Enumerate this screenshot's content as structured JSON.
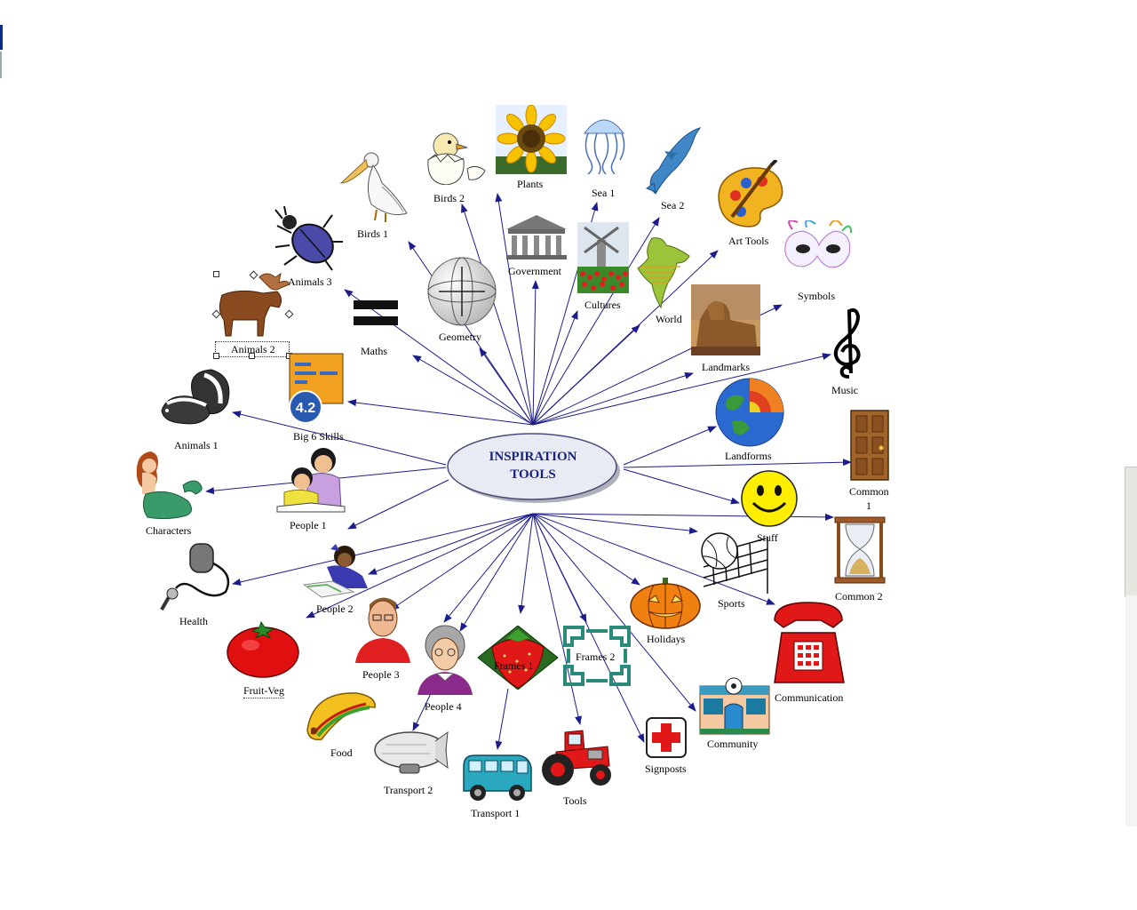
{
  "center": {
    "line1": "INSPIRATION",
    "line2": "TOOLS"
  },
  "colors": {
    "link": "#1c1c8c",
    "center_fill": "#e8eaf4",
    "center_text": "#1a237e"
  },
  "nodes": {
    "plants": "Plants",
    "birds2": "Birds 2",
    "sea1": "Sea 1",
    "sea2": "Sea 2",
    "art_tools": "Art Tools",
    "birds1": "Birds 1",
    "government": "Government",
    "cultures": "Cultures",
    "world": "World",
    "symbols": "Symbols",
    "animals3": "Animals 3",
    "geometry": "Geometry",
    "maths": "Maths",
    "animals2": "Animals 2",
    "landmarks": "Landmarks",
    "music": "Music",
    "big6": "Big 6 Skills",
    "animals1": "Animals 1",
    "landforms": "Landforms",
    "common1_a": "Common",
    "common1_b": "1",
    "characters": "Characters",
    "people1": "People 1",
    "stuff": "Stuff",
    "common2": "Common 2",
    "health": "Health",
    "people2": "People 2",
    "sports": "Sports",
    "holidays": "Holidays",
    "fruitveg": "Fruit-Veg",
    "people3": "People 3",
    "frames1": "Frames 1",
    "frames2": "Frames 2",
    "communication": "Communication",
    "people4": "People 4",
    "food": "Food",
    "transport2": "Transport 2",
    "transport1": "Transport 1",
    "tools": "Tools",
    "signposts": "Signposts",
    "community": "Community"
  },
  "icons": {
    "plants": "sunflower-icon",
    "birds2": "hatching-chick-icon",
    "sea1": "jellyfish-icon",
    "sea2": "dolphin-icon",
    "art_tools": "palette-icon",
    "birds1": "pelican-icon",
    "government": "building-icon",
    "cultures": "windmill-tulips-icon",
    "world": "india-map-icon",
    "symbols": "mask-icon",
    "animals3": "beetle-icon",
    "geometry": "sphere-icon",
    "maths": "equals-icon",
    "animals2": "moose-icon",
    "landmarks": "sphinx-icon",
    "music": "treble-clef-icon",
    "big6": "big6-logo-icon",
    "animals1": "skunk-icon",
    "landforms": "earth-cutaway-icon",
    "common1": "door-icon",
    "characters": "mermaid-icon",
    "people1": "reading-people-icon",
    "stuff": "smiley-icon",
    "common2": "hourglass-icon",
    "health": "stethoscope-icon",
    "people2": "girl-drawing-icon",
    "sports": "volleyball-net-icon",
    "holidays": "pumpkin-icon",
    "fruitveg": "tomato-icon",
    "people3": "man-icon",
    "frames1": "strawberry-frame-icon",
    "frames2": "knot-frame-icon",
    "communication": "telephone-icon",
    "people4": "grandma-icon",
    "food": "taco-icon",
    "transport2": "blimp-icon",
    "transport1": "van-icon",
    "tools": "tractor-icon",
    "signposts": "first-aid-sign-icon",
    "community": "shop-building-icon"
  }
}
